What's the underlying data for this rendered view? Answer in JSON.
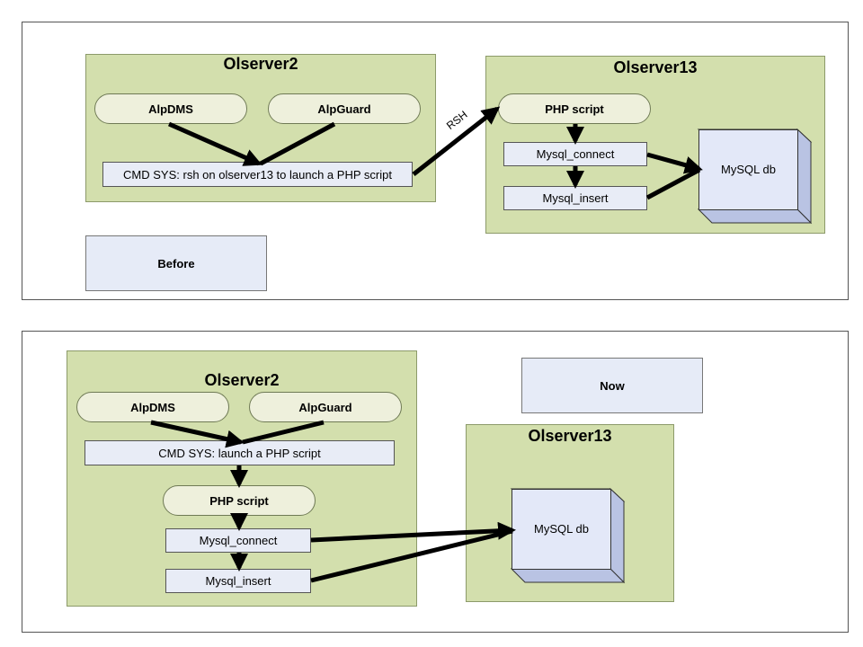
{
  "before": {
    "label": "Before",
    "olserver2": {
      "title": "Olserver2",
      "alpdms": "AlpDMS",
      "alpguard": "AlpGuard",
      "cmd": "CMD SYS: rsh on olserver13 to launch a PHP script"
    },
    "rsh_label": "RSH",
    "olserver13": {
      "title": "Olserver13",
      "php_script": "PHP script",
      "mysql_connect": "Mysql_connect",
      "mysql_insert": "Mysql_insert",
      "mysql_db": "MySQL db"
    }
  },
  "now": {
    "label": "Now",
    "olserver2": {
      "title": "Olserver2",
      "alpdms": "AlpDMS",
      "alpguard": "AlpGuard",
      "cmd": "CMD SYS: launch a PHP script",
      "php_script": "PHP script",
      "mysql_connect": "Mysql_connect",
      "mysql_insert": "Mysql_insert"
    },
    "olserver13": {
      "title": "Olserver13",
      "mysql_db": "MySQL db"
    }
  }
}
